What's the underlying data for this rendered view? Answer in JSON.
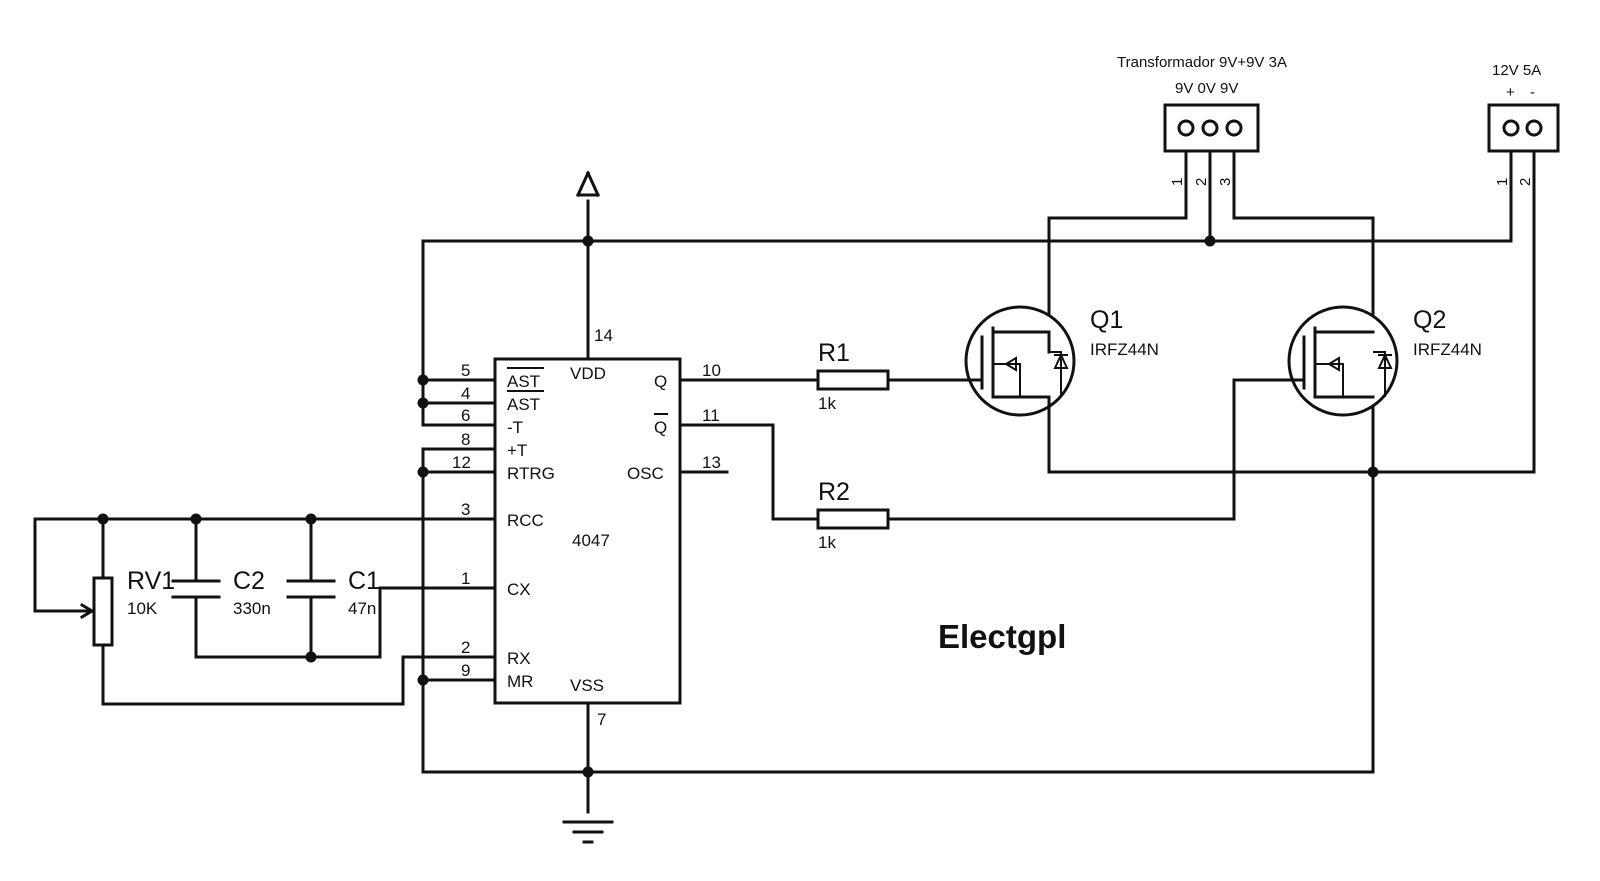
{
  "schematic": {
    "ic": {
      "part": "4047",
      "left_pins": [
        {
          "num": "5",
          "name": "AST"
        },
        {
          "num": "4",
          "name": "AST"
        },
        {
          "num": "6",
          "name": "-T"
        },
        {
          "num": "8",
          "name": "+T"
        },
        {
          "num": "12",
          "name": "RTRG"
        },
        {
          "num": "3",
          "name": "RCC"
        },
        {
          "num": "1",
          "name": "CX"
        },
        {
          "num": "2",
          "name": "RX"
        },
        {
          "num": "9",
          "name": "MR"
        }
      ],
      "right_pins": [
        {
          "num": "10",
          "name": "Q"
        },
        {
          "num": "11",
          "name": "Q"
        },
        {
          "num": "13",
          "name": "OSC"
        }
      ],
      "top_pin": {
        "num": "14",
        "name": "VDD"
      },
      "bottom_pin": {
        "num": "7",
        "name": "VSS"
      }
    },
    "components": {
      "rv1": {
        "ref": "RV1",
        "value": "10K"
      },
      "c2": {
        "ref": "C2",
        "value": "330n"
      },
      "c1": {
        "ref": "C1",
        "value": "47n"
      },
      "r1": {
        "ref": "R1",
        "value": "1k"
      },
      "r2": {
        "ref": "R2",
        "value": "1k"
      },
      "q1": {
        "ref": "Q1",
        "value": "IRFZ44N"
      },
      "q2": {
        "ref": "Q2",
        "value": "IRFZ44N"
      }
    },
    "transformer_connector": {
      "title": "Transformador 9V+9V 3A",
      "taps": "9V 0V 9V",
      "pins": [
        "1",
        "2",
        "3"
      ]
    },
    "power_connector": {
      "title": "12V 5A",
      "polarity": [
        "+",
        "-"
      ],
      "pins": [
        "1",
        "2"
      ]
    },
    "brand": "Electgpl"
  }
}
